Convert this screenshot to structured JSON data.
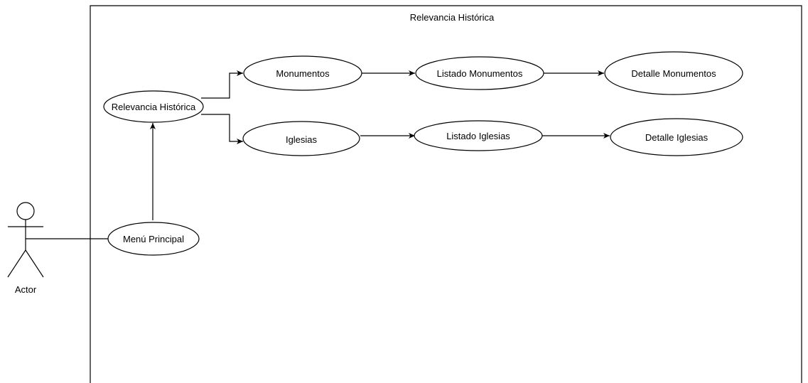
{
  "diagram": {
    "type": "use-case",
    "system_title": "Relevancia Histórica",
    "actor": {
      "label": "Actor"
    },
    "use_cases": {
      "relevancia": "Relevancia Histórica",
      "menu": "Menú Principal",
      "monumentos": "Monumentos",
      "listado_monumentos": "Listado Monumentos",
      "detalle_monumentos": "Detalle Monumentos",
      "iglesias": "Iglesias",
      "listado_iglesias": "Listado Iglesias",
      "detalle_iglesias": "Detalle Iglesias"
    },
    "edges": [
      {
        "from": "actor",
        "to": "menu",
        "kind": "association"
      },
      {
        "from": "menu",
        "to": "relevancia",
        "kind": "arrow"
      },
      {
        "from": "relevancia",
        "to": "monumentos",
        "kind": "arrow"
      },
      {
        "from": "relevancia",
        "to": "iglesias",
        "kind": "arrow"
      },
      {
        "from": "monumentos",
        "to": "listado_monumentos",
        "kind": "arrow"
      },
      {
        "from": "listado_monumentos",
        "to": "detalle_monumentos",
        "kind": "arrow"
      },
      {
        "from": "iglesias",
        "to": "listado_iglesias",
        "kind": "arrow"
      },
      {
        "from": "listado_iglesias",
        "to": "detalle_iglesias",
        "kind": "arrow"
      }
    ],
    "colors": {
      "stroke": "#000000",
      "fill": "#ffffff",
      "background": "#ffffff"
    }
  }
}
